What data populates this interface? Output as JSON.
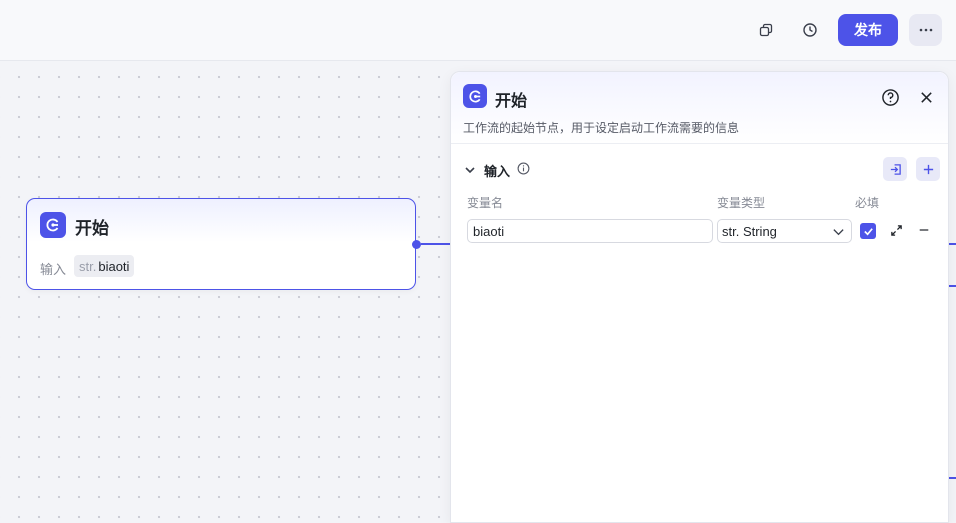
{
  "topbar": {
    "icons": [
      "copy-icon",
      "history-icon",
      "more-icon"
    ],
    "publish_label": "发布"
  },
  "node": {
    "title": "开始",
    "input_label": "输入",
    "var_prefix": "str.",
    "var_name": "biaoti"
  },
  "panel": {
    "title": "开始",
    "description": "工作流的起始节点，用于设定启动工作流需要的信息",
    "section_title": "输入",
    "columns": {
      "name": "变量名",
      "type": "变量类型",
      "required": "必填"
    },
    "row": {
      "name_value": "biaoti",
      "type_value": "str. String",
      "required": true
    }
  },
  "colors": {
    "accent": "#4d53e8"
  }
}
